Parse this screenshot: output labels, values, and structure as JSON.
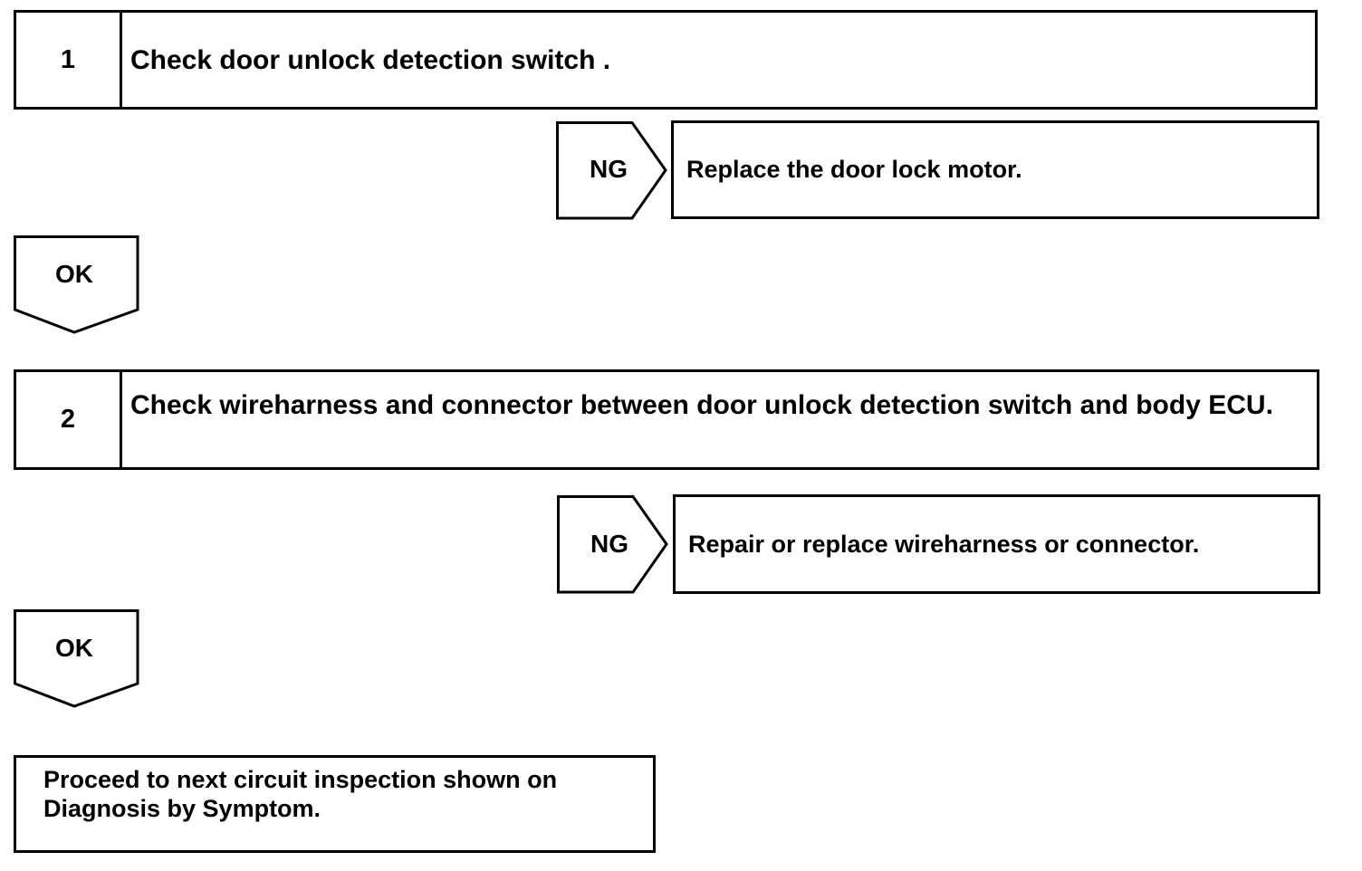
{
  "steps": [
    {
      "number": "1",
      "text": "Check door unlock detection switch ."
    },
    {
      "number": "2",
      "text": "Check wireharness and connector between door unlock detection switch and body ECU."
    }
  ],
  "ng_branches": [
    {
      "label": "NG",
      "action": "Replace the door lock motor."
    },
    {
      "label": "NG",
      "action": "Repair or replace wireharness or connector."
    }
  ],
  "ok_arrows": [
    {
      "label": "OK"
    },
    {
      "label": "OK"
    }
  ],
  "final": {
    "text": "Proceed to next circuit inspection shown on Diagnosis by Symptom."
  }
}
